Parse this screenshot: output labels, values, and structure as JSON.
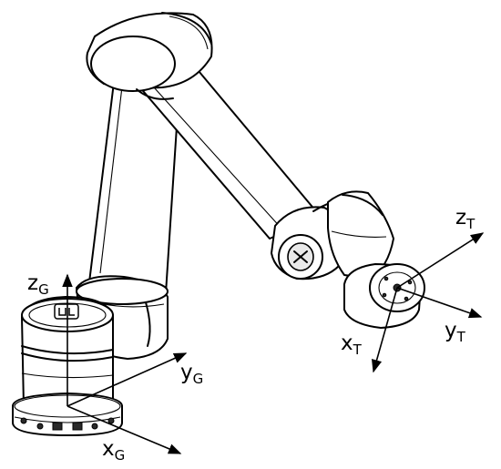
{
  "figure": {
    "base_frame": {
      "z_axis": {
        "letter": "z",
        "subscript": "G"
      },
      "y_axis": {
        "letter": "y",
        "subscript": "G"
      },
      "x_axis": {
        "letter": "x",
        "subscript": "G"
      }
    },
    "tool_frame": {
      "z_axis": {
        "letter": "z",
        "subscript": "T"
      },
      "y_axis": {
        "letter": "y",
        "subscript": "T"
      },
      "x_axis": {
        "letter": "x",
        "subscript": "T"
      }
    }
  }
}
